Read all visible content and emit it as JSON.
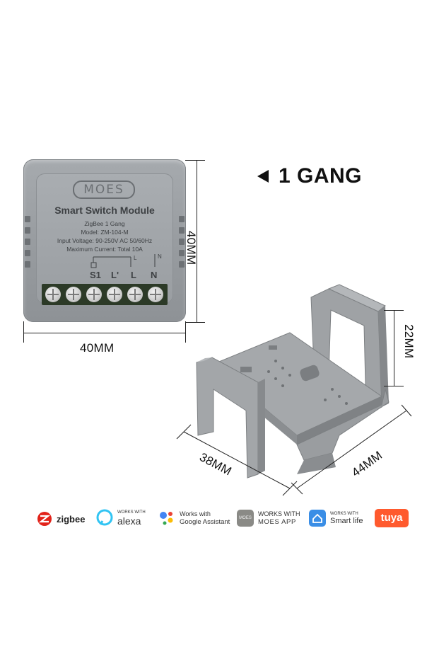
{
  "gang_title": "1 GANG",
  "module": {
    "logo": "MOES",
    "title": "Smart Switch Module",
    "lines": [
      "ZigBee 1 Gang",
      "Model: ZM-104-M",
      "Input Voltage: 90-250V AC 50/60Hz",
      "Maximum Current: Total 10A"
    ],
    "terminal_labels": [
      "S1",
      "L'",
      "L",
      "N"
    ],
    "wire_labels": [
      "L",
      "N"
    ],
    "terminal_count": 6
  },
  "dimensions": {
    "module_width": "40MM",
    "module_height": "40MM",
    "bracket_height": "22MM",
    "bracket_depth": "38MM",
    "bracket_width": "44MM"
  },
  "logos": {
    "zigbee": "zigbee",
    "alexa_small": "WORKS WITH",
    "alexa": "alexa",
    "google_line1": "Works with",
    "google_line2": "Google Assistant",
    "moes_line1": "WORKS WITH",
    "moes_line2": "MOES APP",
    "moes_badge": "MOES",
    "smartlife_small": "WORKS WITH",
    "smartlife": "Smart life",
    "tuya": "tuya"
  },
  "colors": {
    "module_gray": "#9a9ea2",
    "bracket_gray": "#9ea1a4",
    "terminal_green": "#2c3a27",
    "zigbee_red": "#e2231a",
    "alexa_blue": "#31c4f3",
    "tuya_orange": "#ff5a2e",
    "smartlife_blue": "#3a8ee6"
  }
}
